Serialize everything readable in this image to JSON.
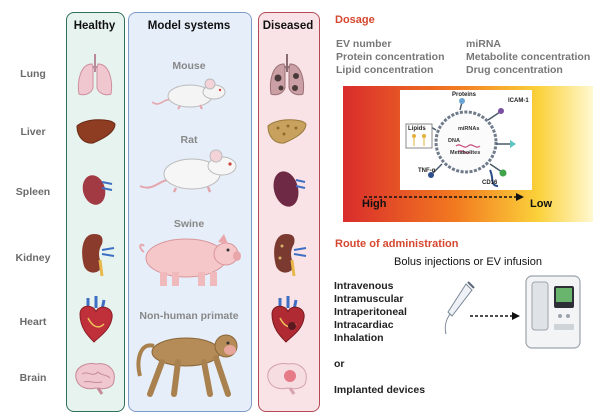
{
  "columns": {
    "healthy": "Healthy",
    "model": "Model systems",
    "diseased": "Diseased"
  },
  "organs": [
    "Lung",
    "Liver",
    "Spleen",
    "Kidney",
    "Heart",
    "Brain"
  ],
  "animals": [
    "Mouse",
    "Rat",
    "Swine",
    "Non-human primate"
  ],
  "dosage": {
    "title": "Dosage",
    "left_items": [
      "EV number",
      "Protein concentration",
      "Lipid concentration"
    ],
    "right_items": [
      "miRNA",
      "Metabolite concentration",
      "Drug concentration"
    ],
    "scale_high": "High",
    "scale_low": "Low"
  },
  "ev": {
    "proteins": "Proteins",
    "icam": "ICAM-1",
    "lipids": "Lipids",
    "mirnas": "miRNAs",
    "dna": "DNA",
    "metabolites": "Metabolites",
    "tnf": "TNF-α",
    "cd16": "CD16"
  },
  "route": {
    "title": "Route of administration",
    "subtitle": "Bolus injections or EV infusion",
    "routes": [
      "Intravenous",
      "Intramuscular",
      "Intraperitoneal",
      "Intracardiac",
      "Inhalation"
    ],
    "or": "or",
    "implanted": "Implanted devices"
  },
  "colors": {
    "accent": "#d6472f",
    "healthy": "#2e6f57",
    "model": "#7f9cc9",
    "diseased": "#b44a55"
  }
}
